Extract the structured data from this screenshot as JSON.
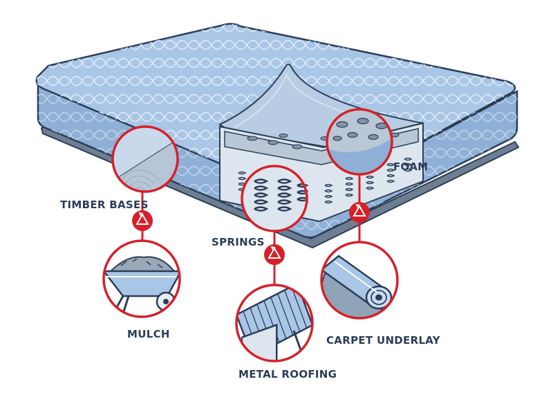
{
  "labels": {
    "timber": "TIMBER BASES",
    "springs": "SPRINGS",
    "foam": "FOAM",
    "mulch": "MULCH",
    "roofing": "METAL ROOFING",
    "underlay": "CARPET UNDERLAY"
  },
  "icons": {
    "recycle": "recycle-icon",
    "wheelbarrow": "wheelbarrow-icon",
    "roof": "metal-roof-icon",
    "roll": "carpet-roll-icon"
  },
  "colors": {
    "accent": "#d6202a",
    "outline": "#2b3d57",
    "mattress": "#9fbfe2",
    "mattress_light": "#c9ddf2",
    "interior": "#dde6ef",
    "base": "#6f7f93"
  }
}
